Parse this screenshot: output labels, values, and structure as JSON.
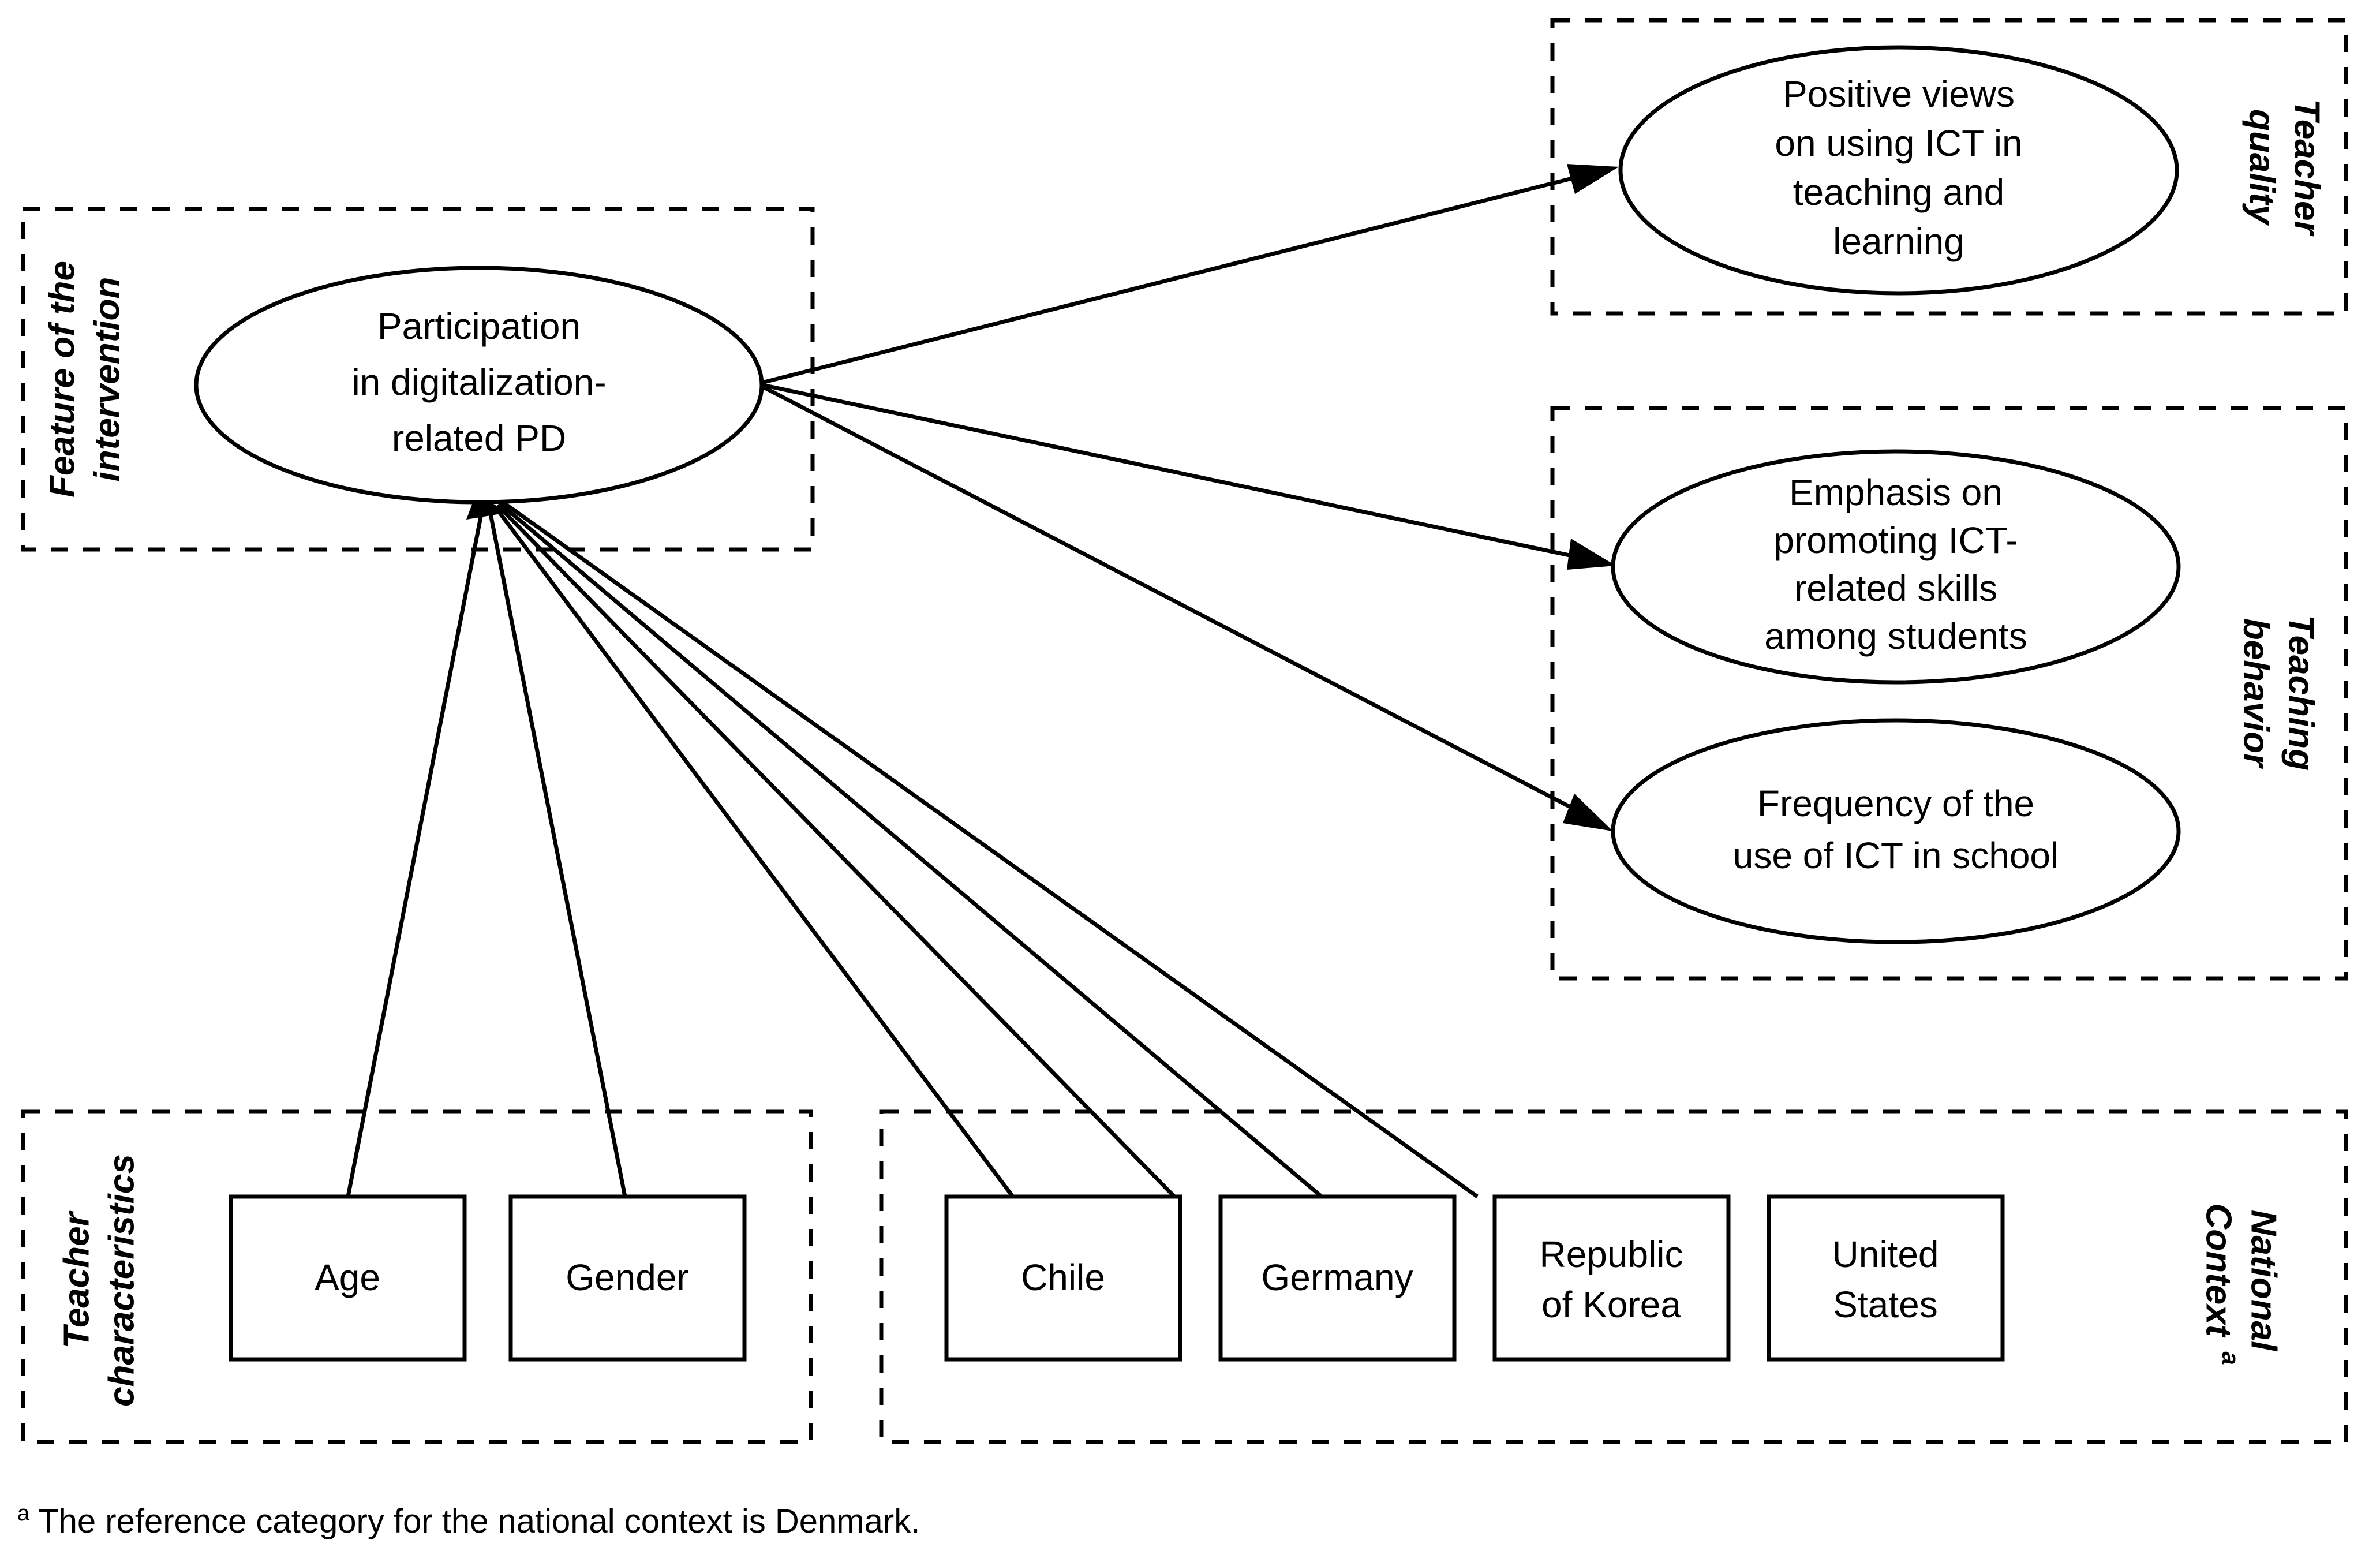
{
  "diagram": {
    "title": "Conceptual model of participation in digitalization-related professional development",
    "background_color": "#ffffff",
    "stroke_color": "#000000"
  },
  "groups": {
    "feature_of_intervention": {
      "label": "Feature of the intervention",
      "label_line1": "Feature of the",
      "label_line2": "intervention"
    },
    "teacher_quality": {
      "label": "Teacher quality",
      "label_line1": "Teacher",
      "label_line2": "quality"
    },
    "teaching_behavior": {
      "label": "Teaching behavior",
      "label_line1": "Teaching",
      "label_line2": "behavior"
    },
    "teacher_characteristics": {
      "label": "Teacher characteristics",
      "label_line1": "Teacher",
      "label_line2": "characteristics"
    },
    "national_context": {
      "label": "National Context",
      "label_line1": "National",
      "label_line2": "Context",
      "superscript": "a"
    }
  },
  "nodes": {
    "participation": {
      "name": "Participation in digitalization-related PD",
      "lines": [
        "Participation",
        "in digitalization-",
        "related PD"
      ],
      "shape": "ellipse"
    },
    "positive_views": {
      "name": "Positive views on using ICT in teaching and learning",
      "lines": [
        "Positive views",
        "on using ICT in",
        "teaching and",
        "learning"
      ],
      "shape": "ellipse"
    },
    "emphasis_ict": {
      "name": "Emphasis on promoting ICT-related skills among students",
      "lines": [
        "Emphasis on",
        "promoting ICT-",
        "related skills",
        "among students"
      ],
      "shape": "ellipse"
    },
    "frequency_ict": {
      "name": "Frequency of the use of ICT in school",
      "lines": [
        "Frequency of the",
        "use of ICT in school"
      ],
      "shape": "ellipse"
    },
    "age": {
      "name": "Age",
      "lines": [
        "Age"
      ],
      "shape": "rect"
    },
    "gender": {
      "name": "Gender",
      "lines": [
        "Gender"
      ],
      "shape": "rect"
    },
    "chile": {
      "name": "Chile",
      "lines": [
        "Chile"
      ],
      "shape": "rect"
    },
    "germany": {
      "name": "Germany",
      "lines": [
        "Germany"
      ],
      "shape": "rect"
    },
    "republic_of_korea": {
      "name": "Republic of Korea",
      "lines": [
        "Republic",
        "of Korea"
      ],
      "shape": "rect"
    },
    "united_states": {
      "name": "United States",
      "lines": [
        "United",
        "States"
      ],
      "shape": "rect"
    }
  },
  "edges": [
    {
      "from": "participation",
      "to": "positive_views",
      "arrow": true
    },
    {
      "from": "participation",
      "to": "emphasis_ict",
      "arrow": true
    },
    {
      "from": "participation",
      "to": "frequency_ict",
      "arrow": true
    },
    {
      "from": "age",
      "to": "participation",
      "arrow": true
    },
    {
      "from": "gender",
      "to": "participation",
      "arrow": true
    },
    {
      "from": "chile",
      "to": "participation",
      "arrow": true
    },
    {
      "from": "germany",
      "to": "participation",
      "arrow": true
    },
    {
      "from": "republic_of_korea",
      "to": "participation",
      "arrow": true
    },
    {
      "from": "united_states",
      "to": "participation",
      "arrow": true
    }
  ],
  "footnote": {
    "marker": "a",
    "text": " The reference category for the national context is Denmark."
  }
}
